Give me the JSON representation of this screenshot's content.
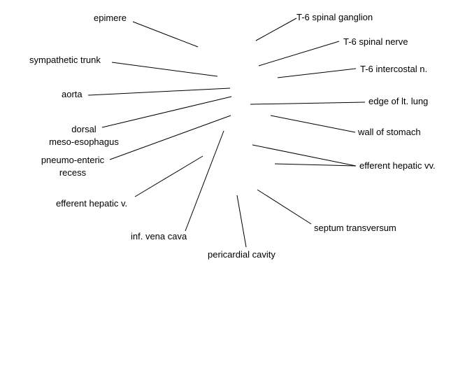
{
  "labels": {
    "epimere": "epimere",
    "sympathetic_trunk": "sympathetic trunk",
    "aorta": "aorta",
    "dorsal_meso_esophagus": [
      "dorsal",
      "meso-esophagus"
    ],
    "pneumo_enteric_recess": [
      "pneumo-enteric",
      "recess"
    ],
    "efferent_hepatic_v": "efferent hepatic v.",
    "inf_vena_cava": "inf. vena cava",
    "pericardial_cavity": "pericardial cavity",
    "septum_transversum": "septum transversum",
    "efferent_hepatic_vv": "efferent hepatic vv.",
    "wall_of_stomach": "wall of stomach",
    "edge_of_lt_lung": "edge of lt. lung",
    "t6_intercostal_n": "T-6 intercostal n.",
    "t6_spinal_nerve": "T-6 spinal nerve",
    "t6_spinal_ganglion": "T-6 spinal ganglion"
  },
  "colors": {
    "text": "#000000",
    "lines": "#000000",
    "background": "#ffffff"
  }
}
